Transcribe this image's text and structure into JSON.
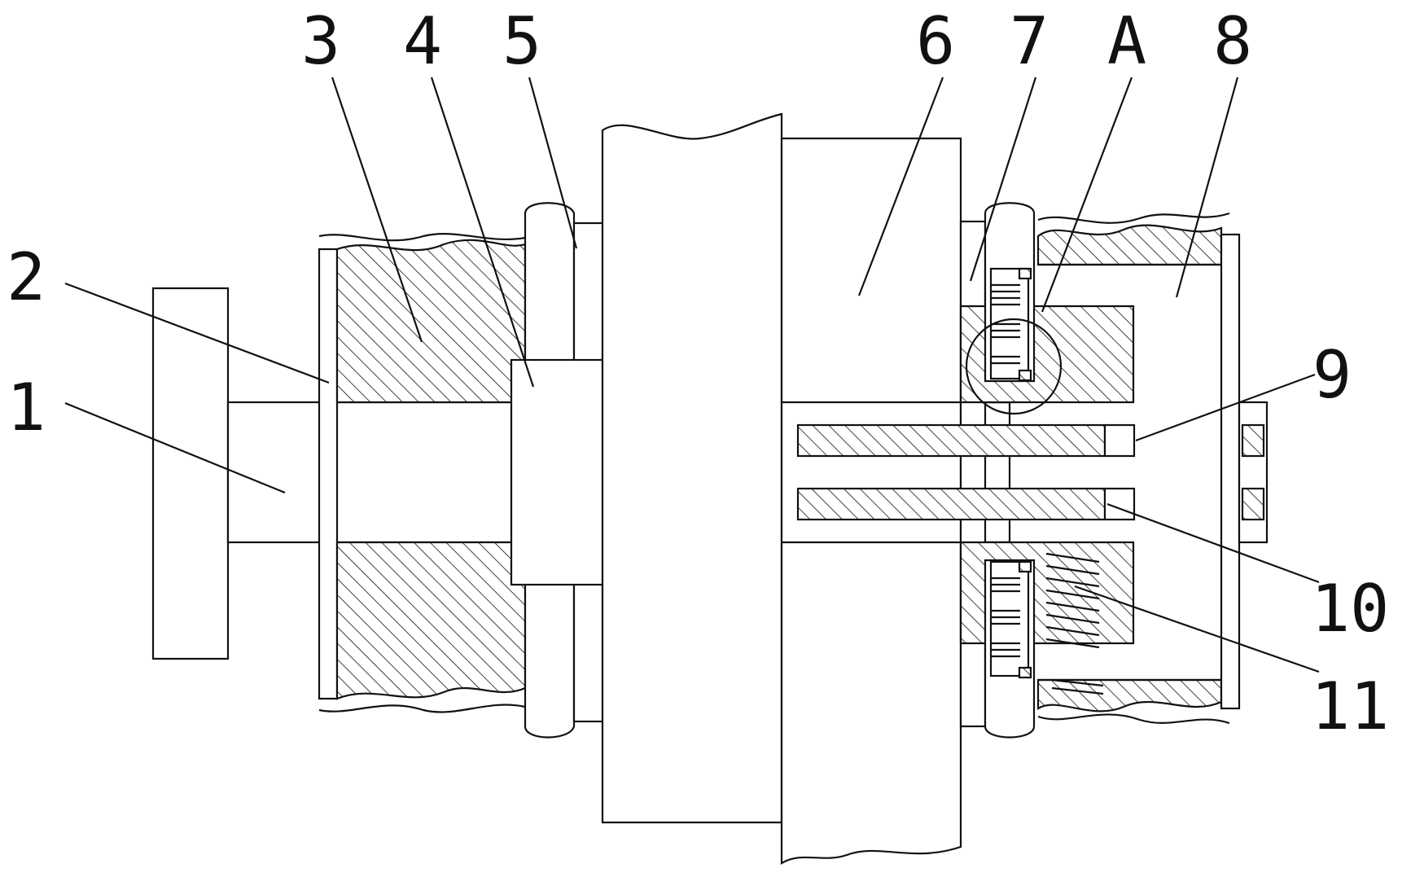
{
  "figure": {
    "callouts": [
      {
        "id": "c1",
        "text": "1"
      },
      {
        "id": "c2",
        "text": "2"
      },
      {
        "id": "c3",
        "text": "3"
      },
      {
        "id": "c4",
        "text": "4"
      },
      {
        "id": "c5",
        "text": "5"
      },
      {
        "id": "c6",
        "text": "6"
      },
      {
        "id": "c7",
        "text": "7"
      },
      {
        "id": "cA",
        "text": "A"
      },
      {
        "id": "c8",
        "text": "8"
      },
      {
        "id": "c9",
        "text": "9"
      },
      {
        "id": "c10",
        "text": "10"
      },
      {
        "id": "c11",
        "text": "11"
      }
    ]
  },
  "colors": {
    "line": "#111111",
    "background": "#ffffff"
  }
}
